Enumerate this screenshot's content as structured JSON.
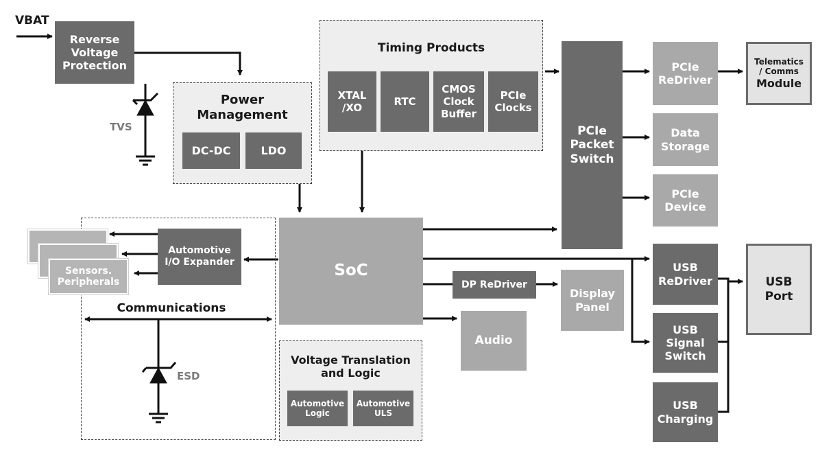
{
  "input": {
    "vbat": "VBAT"
  },
  "protection": {
    "reverse_voltage": "Reverse\nVoltage\nProtection",
    "tvs": "TVS",
    "esd": "ESD"
  },
  "power": {
    "title": "Power\nManagement",
    "dcdc": "DC-DC",
    "ldo": "LDO"
  },
  "timing": {
    "title": "Timing Products",
    "xtal": "XTAL\n/XO",
    "rtc": "RTC",
    "cmos": "CMOS\nClock\nBuffer",
    "pcie_clocks": "PCIe\nClocks"
  },
  "soc": {
    "label": "SoC"
  },
  "pcie": {
    "switch": "PCIe\nPacket\nSwitch",
    "redriver": "PCIe\nReDriver",
    "data_storage": "Data\nStorage",
    "device": "PCIe\nDevice",
    "telematics_top": "Telematics\n/ Comms",
    "telematics_bottom": "Module"
  },
  "io": {
    "expander": "Automotive\nI/O Expander",
    "sensors": "Sensors.\nPeripherals",
    "communications": "Communications"
  },
  "voltage": {
    "title": "Voltage Translation\nand Logic",
    "logic": "Automotive\nLogic",
    "uls": "Automotive\nULS"
  },
  "display": {
    "dp_redriver": "DP ReDriver",
    "panel": "Display\nPanel",
    "audio": "Audio"
  },
  "usb": {
    "redriver": "USB\nReDriver",
    "signal_switch": "USB\nSignal\nSwitch",
    "charging": "USB\nCharging",
    "port": "USB\nPort"
  },
  "colors": {
    "dark_block": "#6b6b6b",
    "mid_block": "#8a8a8a",
    "light_block": "#a9a9a9",
    "region_fill": "#eeeeee",
    "port_fill": "#e3e3e3"
  }
}
